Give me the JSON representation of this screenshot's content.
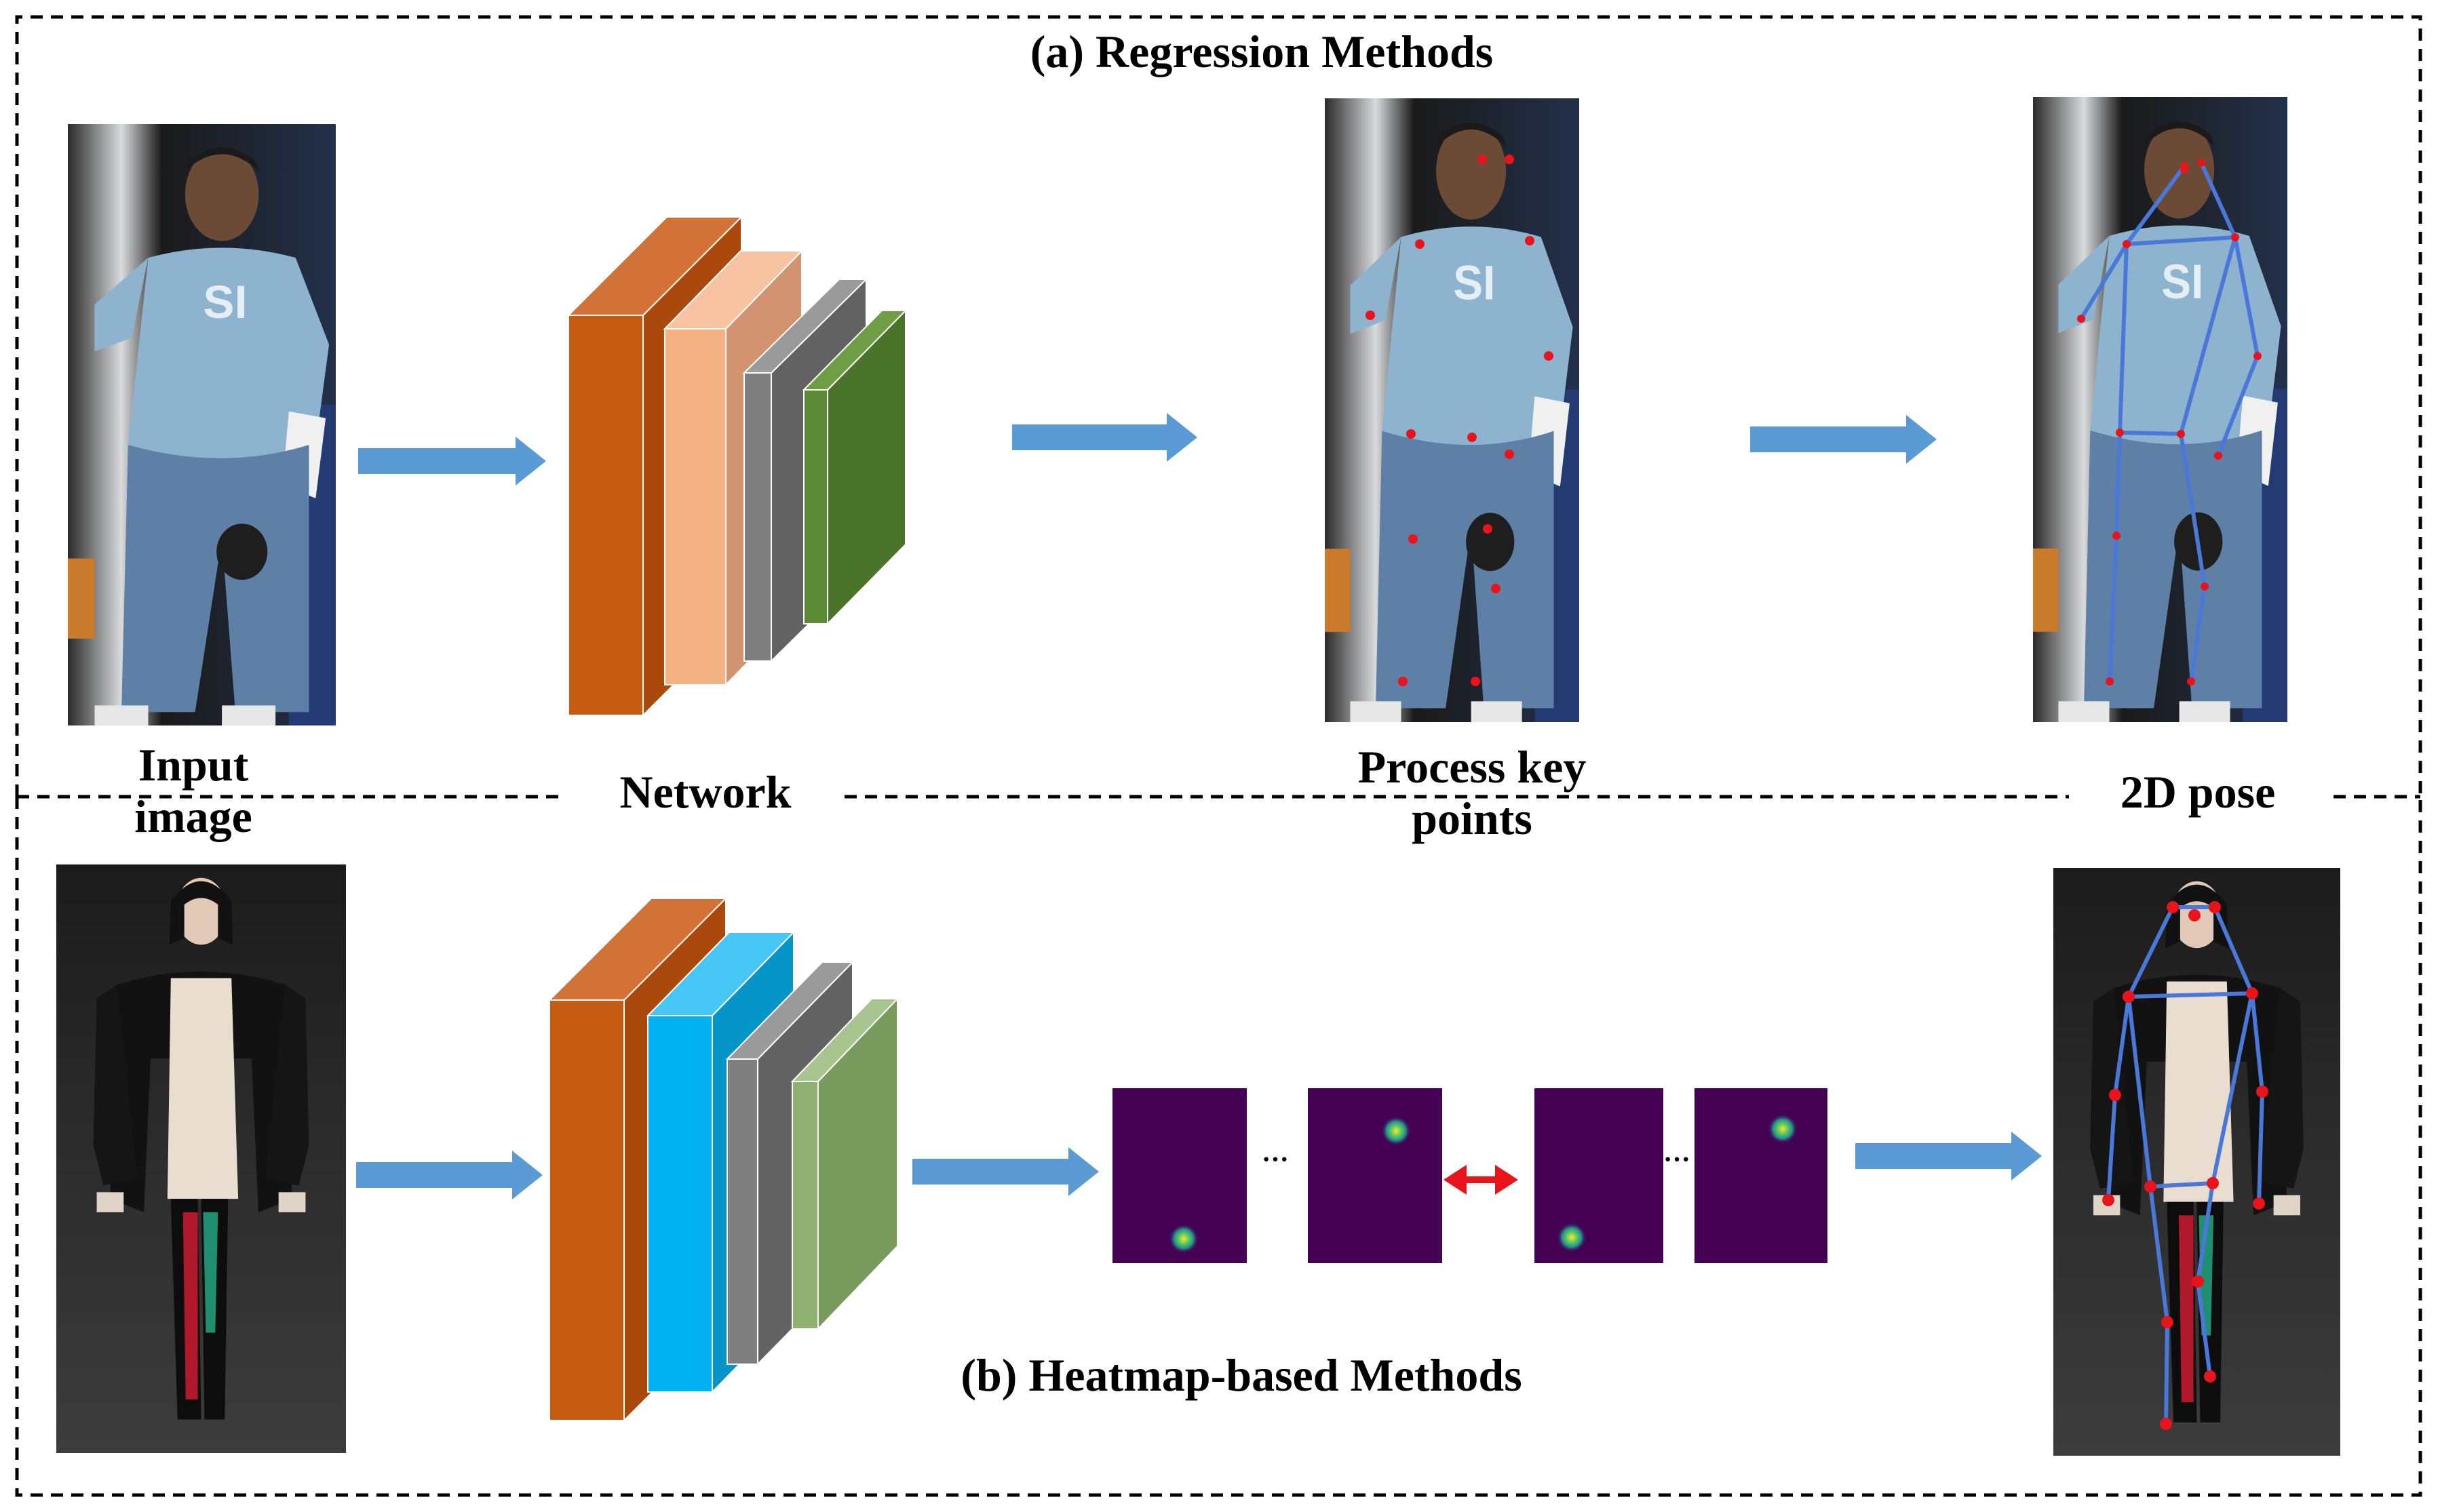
{
  "sections": {
    "regression": {
      "title": "(a)  Regression Methods"
    },
    "heatmap": {
      "title": "(b)   Heatmap-based Methods"
    }
  },
  "labels": {
    "input_image_line1": "Input",
    "input_image_line2": "image",
    "network": "Network",
    "process_line1": "Process key",
    "process_line2": "points",
    "pose_2d": "2D pose"
  },
  "ellipsis": "···",
  "colors": {
    "arrow": "#5b9bd5",
    "double_arrow": "#e8141c",
    "keypoint": "#e8141c",
    "skeleton": "#4a78d8",
    "heatmap_bg": "#440154",
    "orange": "#c55a11",
    "peach": "#f4b183",
    "gray": "#7f7f7f",
    "dark_green": "#4f7f2b",
    "cyan": "#00b0f0",
    "light_green": "#8fb172"
  },
  "icons": {
    "flow_arrow": "right-arrow-icon",
    "comparison_arrow": "double-headed-arrow-icon"
  }
}
